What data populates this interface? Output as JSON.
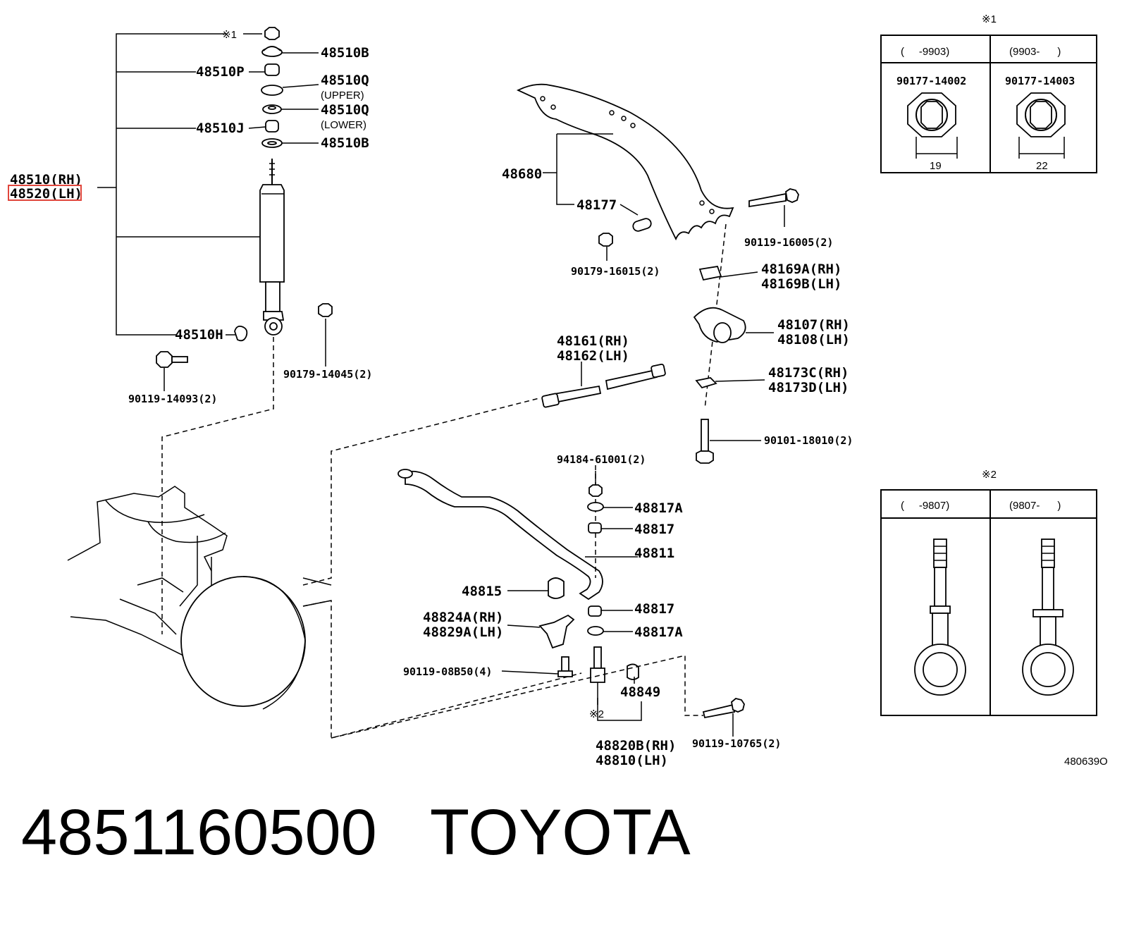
{
  "labels": {
    "l48510b_top": "48510B",
    "l48510p": "48510P",
    "l48510q_u": "48510Q",
    "upper": "(UPPER)",
    "l48510q_l": "48510Q",
    "lower": "(LOWER)",
    "l48510j": "48510J",
    "l48510b_bot": "48510B",
    "l48510": "48510(RH)",
    "l48520": "48520(LH)",
    "l48510h": "48510H",
    "l90119_14093": "90119-14093(2)",
    "l90179_14045": "90179-14045(2)",
    "note1_top": "※1",
    "l48680": "48680",
    "l48177": "48177",
    "l90179_16015": "90179-16015(2)",
    "l90119_16005": "90119-16005(2)",
    "l48169a": "48169A(RH)",
    "l48169b": "48169B(LH)",
    "l48107": "48107(RH)",
    "l48108": "48108(LH)",
    "l48173c": "48173C(RH)",
    "l48173d": "48173D(LH)",
    "l90101_18010": "90101-18010(2)",
    "l48161": "48161(RH)",
    "l48162": "48162(LH)",
    "l94184": "94184-61001(2)",
    "l48817a_top": "48817A",
    "l48817_top": "48817",
    "l48811": "48811",
    "l48815": "48815",
    "l48817_bot": "48817",
    "l48824a": "48824A(RH)",
    "l48829a": "48829A(LH)",
    "l48817a_bot": "48817A",
    "l90119_08b50": "90119-08B50(4)",
    "l48849": "48849",
    "note2_low": "※2",
    "l48820b": "48820B(RH)",
    "l48810": "48810(LH)",
    "l90119_10765": "90119-10765(2)",
    "figure_id": "480639O"
  },
  "table1": {
    "mark": "※1",
    "col1_head": "(     -9903)",
    "col2_head": "(9903-      )",
    "col1_part": "90177-14002",
    "col2_part": "90177-14003",
    "col1_dim": "19",
    "col2_dim": "22"
  },
  "table2": {
    "mark": "※2",
    "col1_head": "(     -9807)",
    "col2_head": "(9807-      )"
  },
  "caption": "4851160500   TOYOTA",
  "highlight_color": "#e0463c"
}
